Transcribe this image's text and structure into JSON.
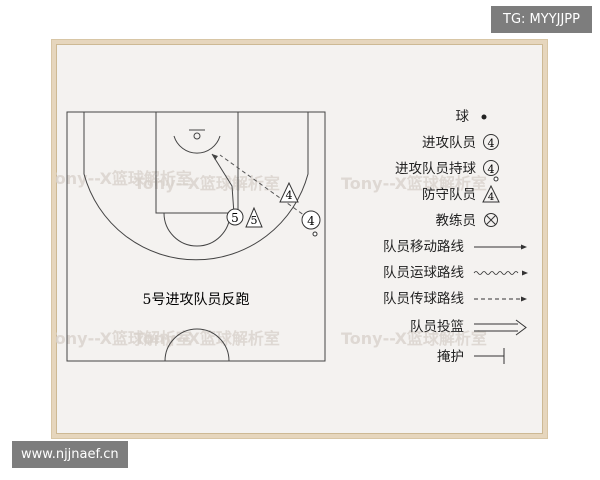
{
  "diagram": {
    "caption": "5号进攻队员反跑",
    "player_attacker_5": "5",
    "player_defender_5": "5",
    "player_attacker_4": "4",
    "player_defender_4": "4"
  },
  "legend": {
    "ball": "球",
    "offense_player": "进攻队员",
    "offense_player_icon": "4",
    "offense_with_ball": "进攻队员持球",
    "offense_with_ball_icon": "4",
    "defense_player": "防守队员",
    "defense_player_icon": "4",
    "coach": "教练员",
    "move_path": "队员移动路线",
    "dribble_path": "队员运球路线",
    "pass_path": "队员传球路线",
    "shot": "队员投篮",
    "screen": "掩护"
  },
  "watermarks": {
    "text": "Tony--X篮球解析室",
    "text_partial": "Tony--X篮球解析室"
  },
  "badges": {
    "tg": "TG: MYYJJPP",
    "url": "www.njjnaef.cn"
  }
}
